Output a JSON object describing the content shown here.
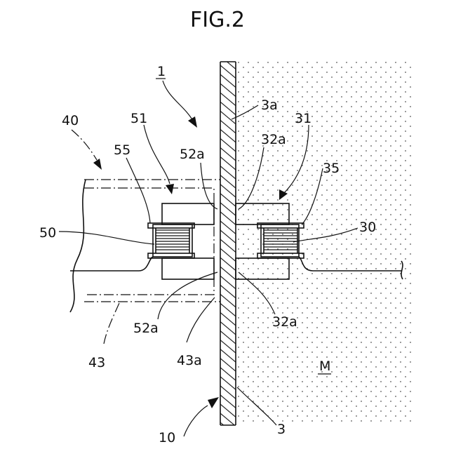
{
  "figure": {
    "title": "FIG.2"
  },
  "labels": {
    "l1": "1",
    "l3a": "3a",
    "l31": "31",
    "l40": "40",
    "l51": "51",
    "l52a_top": "52a",
    "l32a_top": "32a",
    "l55": "55",
    "l35": "35",
    "l50": "50",
    "l30": "30",
    "l52a_bottom": "52a",
    "l32a_bottom": "32a",
    "l43": "43",
    "l43a": "43a",
    "lM": "M",
    "l10": "10",
    "l3": "3"
  },
  "colors": {
    "ink": "#111111",
    "background": "#ffffff"
  }
}
